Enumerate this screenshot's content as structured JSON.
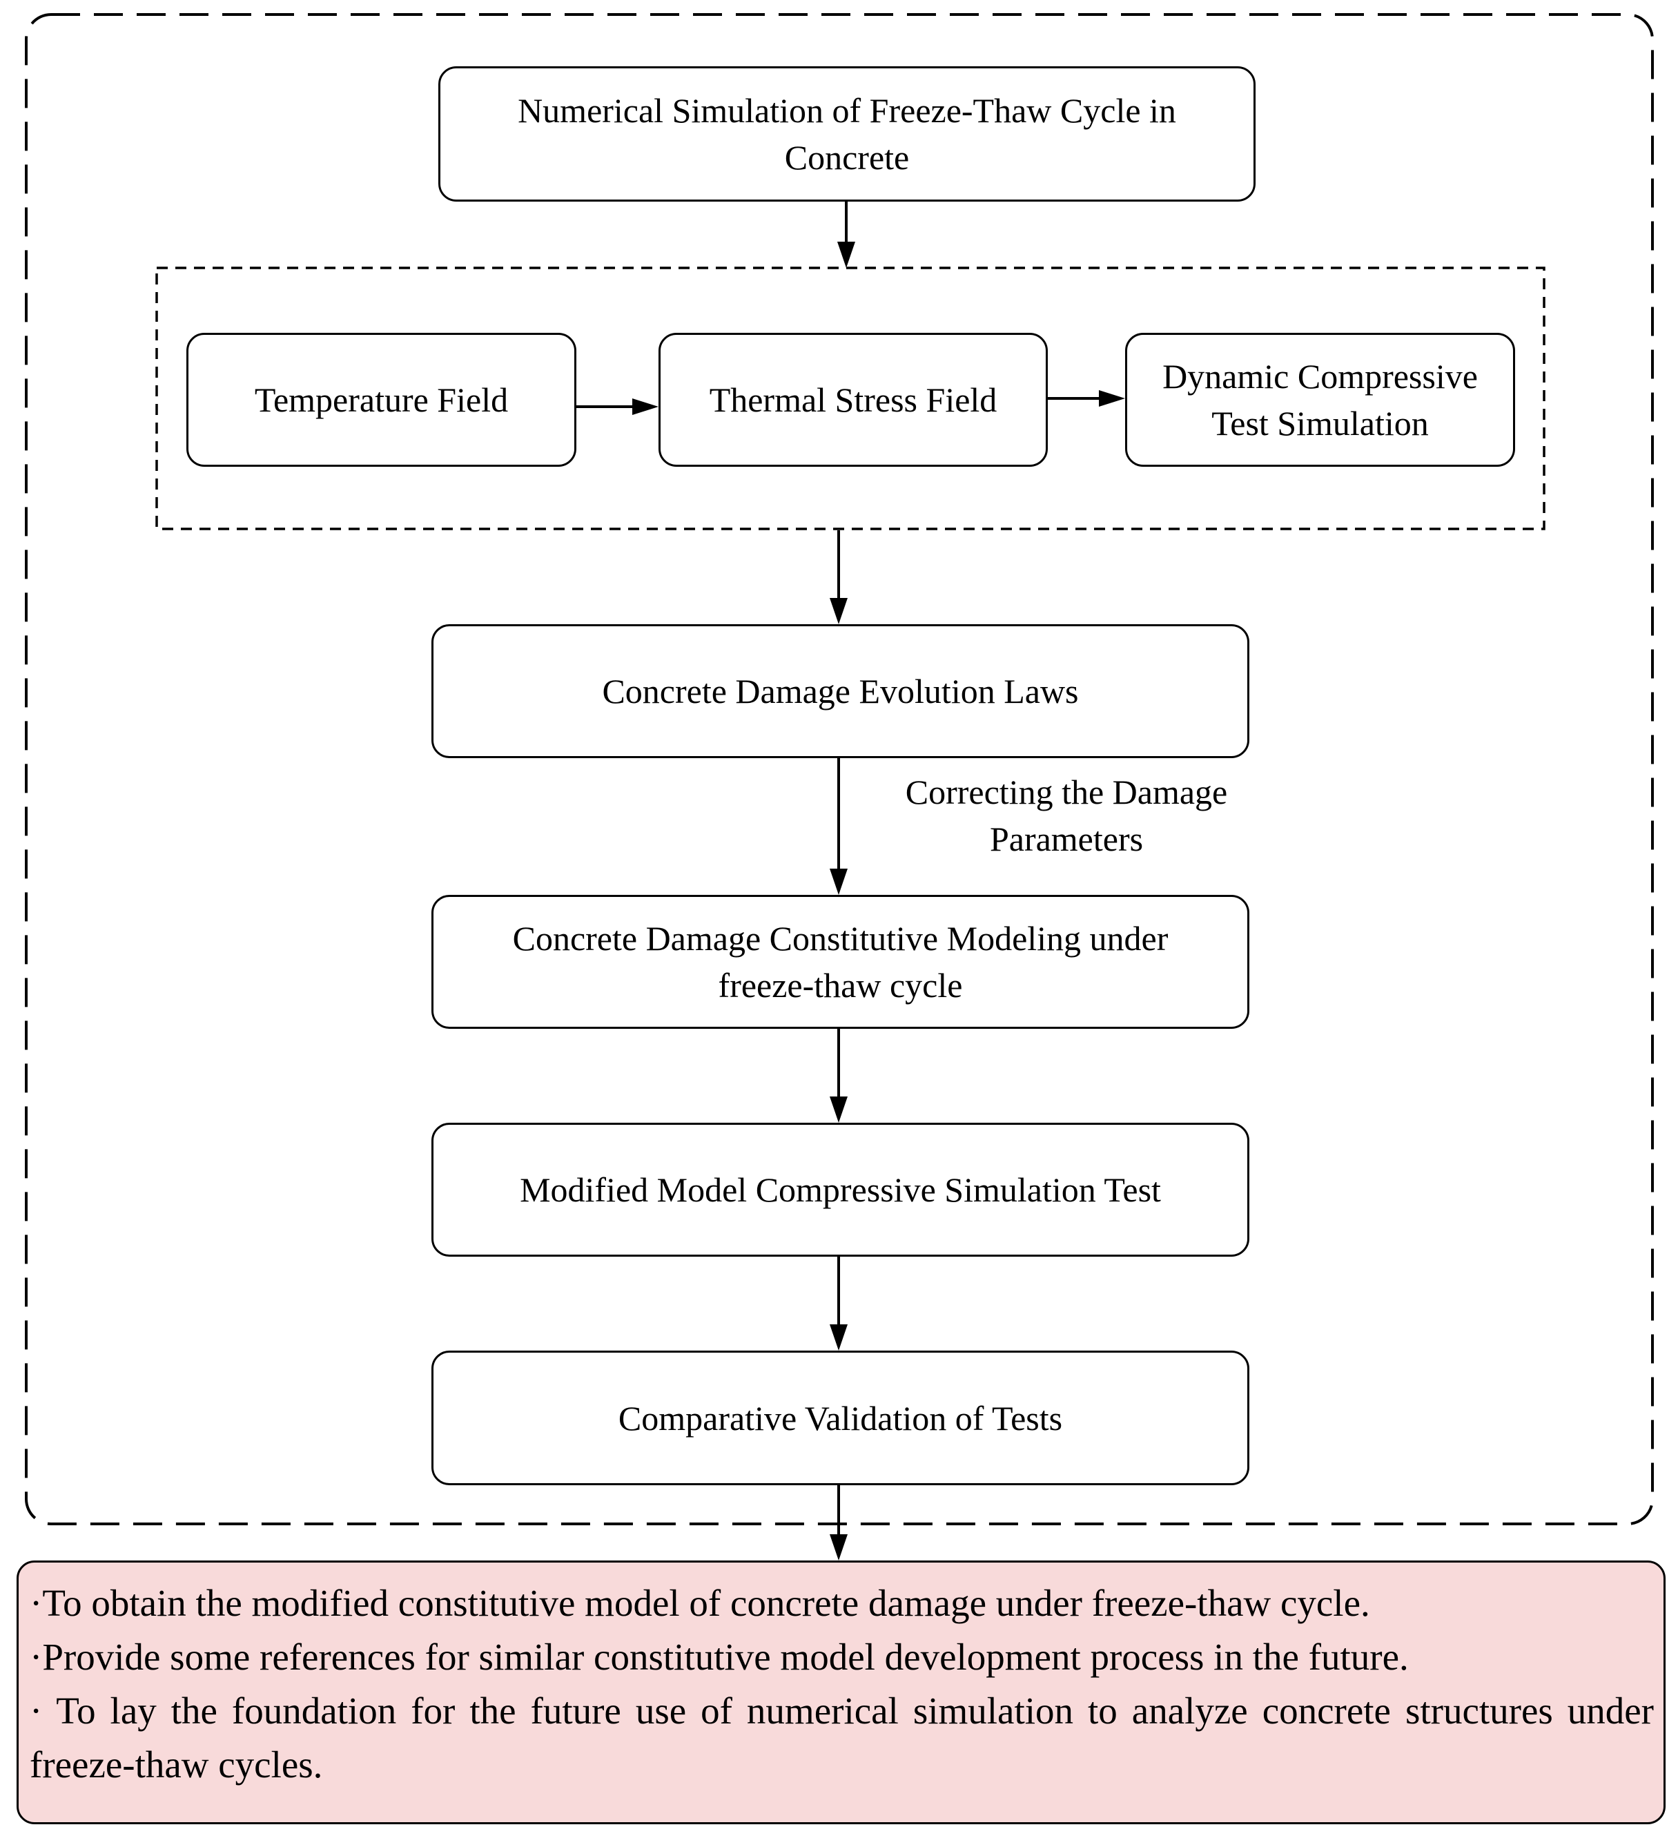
{
  "nodes": {
    "start": "Numerical Simulation of Freeze-Thaw Cycle in Concrete",
    "temperature": "Temperature Field",
    "thermal": "Thermal Stress Field",
    "dynamic": "Dynamic Compressive Test Simulation",
    "damage_laws": "Concrete Damage Evolution Laws",
    "constitutive": "Concrete Damage Constitutive Modeling under freeze-thaw cycle",
    "modified": "Modified Model Compressive Simulation Test",
    "comparative": "Comparative Validation of Tests"
  },
  "edge_labels": {
    "correcting": "Correcting the Damage Parameters"
  },
  "summary": {
    "line1": "·To obtain the modified constitutive model of concrete damage under freeze-thaw cycle.",
    "line2": "·Provide some references for similar constitutive model development process in the future.",
    "line3": "· To lay the foundation for the future use of numerical simulation to analyze concrete structures under freeze-thaw cycles."
  },
  "colors": {
    "summary_fill": "#f8dada",
    "stroke": "#000000"
  }
}
